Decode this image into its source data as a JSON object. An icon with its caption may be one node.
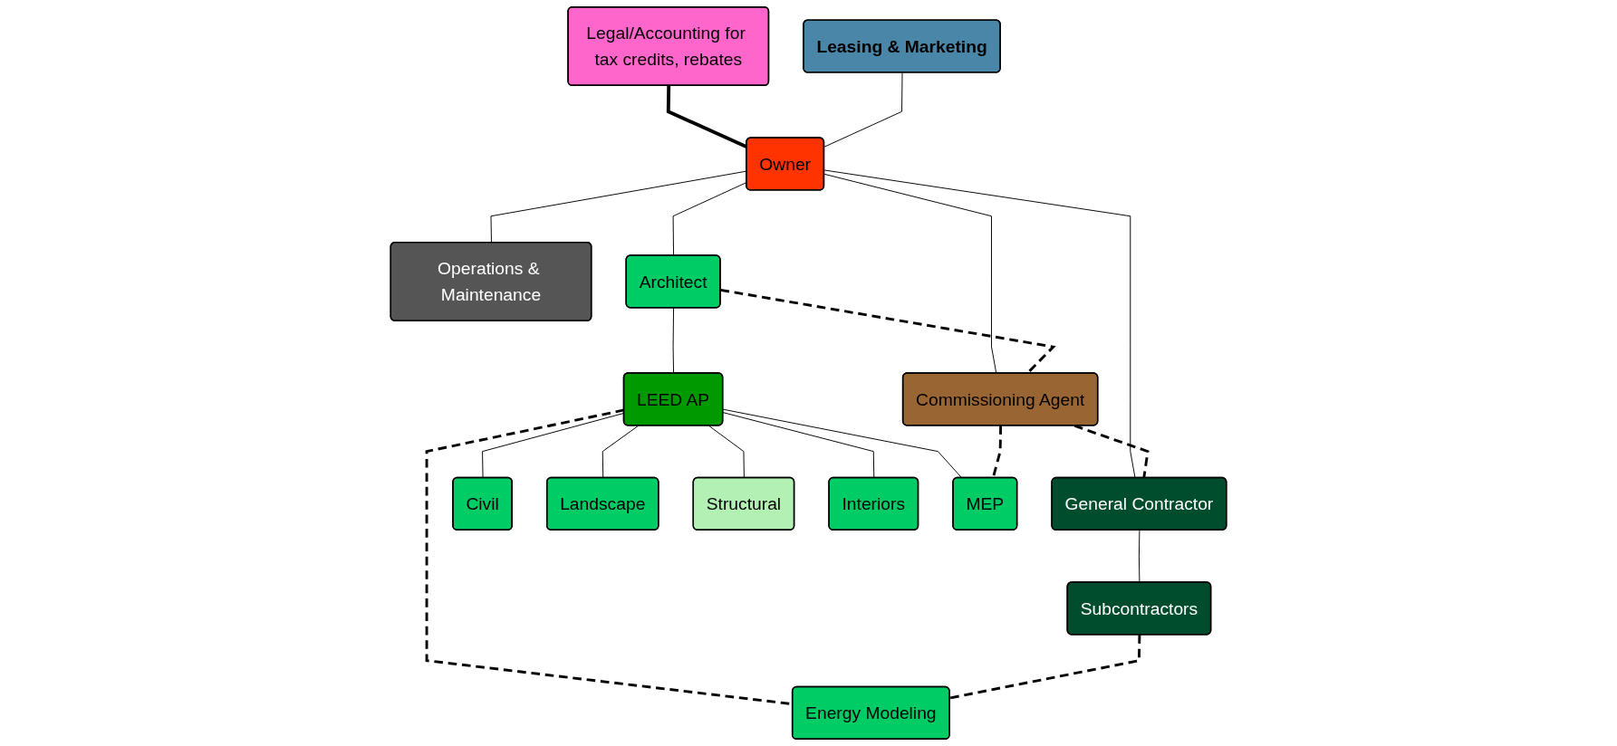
{
  "diagram": {
    "nodes": [
      {
        "text": [
          "Leasing & Marketing"
        ]
      },
      {
        "text": [
          "Legal/Accounting for tax credits, rebates"
        ]
      },
      {
        "text": [
          "Owner"
        ]
      },
      {
        "text": [
          "Operations & Maintenance"
        ]
      },
      {
        "text": [
          "Architect"
        ]
      },
      {
        "text": [
          "Commissioning Agent"
        ]
      },
      {
        "text": [
          "General Contractor"
        ]
      },
      {
        "text": [
          "LEED AP"
        ]
      },
      {
        "text": [
          "Civil"
        ]
      },
      {
        "text": [
          "Landscape"
        ]
      },
      {
        "text": [
          "Structural"
        ]
      },
      {
        "text": [
          "Interiors"
        ]
      },
      {
        "text": [
          "MEP"
        ]
      },
      {
        "text": [
          "Subcontractors"
        ]
      },
      {
        "text": [
          "Energy Modeling"
        ]
      }
    ],
    "edges": [
      {
        "from": 1,
        "to": 2,
        "arrow": "none",
        "style": "thick"
      },
      {
        "from": 2,
        "to": 3,
        "arrow": "none"
      },
      {
        "from": 0,
        "to": 2,
        "arrow": "none"
      },
      {
        "from": 2,
        "to": 4,
        "arrow": "none"
      },
      {
        "from": 2,
        "to": 5,
        "arrow": "none"
      },
      {
        "from": 2,
        "to": 6,
        "arrow": "none"
      },
      {
        "from": 4,
        "to": 5,
        "arrow": "none",
        "style": "dashed"
      },
      {
        "from": 5,
        "to": 6,
        "arrow": "none",
        "style": "dashed"
      },
      {
        "from": 4,
        "to": 7,
        "arrow": "none"
      },
      {
        "from": 7,
        "to": 8,
        "arrow": "none"
      },
      {
        "from": 7,
        "to": 9,
        "arrow": "none"
      },
      {
        "from": 7,
        "to": 10,
        "arrow": "none"
      },
      {
        "from": 7,
        "to": 11,
        "arrow": "none"
      },
      {
        "from": 7,
        "to": 12,
        "arrow": "none"
      },
      {
        "from": 6,
        "to": 13,
        "arrow": "none"
      },
      {
        "from": 5,
        "to": 12,
        "arrow": "none",
        "style": "dashed"
      },
      {
        "from": 7,
        "to": 14,
        "arrow": "none",
        "style": "dashed"
      },
      {
        "from": 13,
        "to": 14,
        "arrow": "none",
        "style": "dashed"
      }
    ]
  }
}
